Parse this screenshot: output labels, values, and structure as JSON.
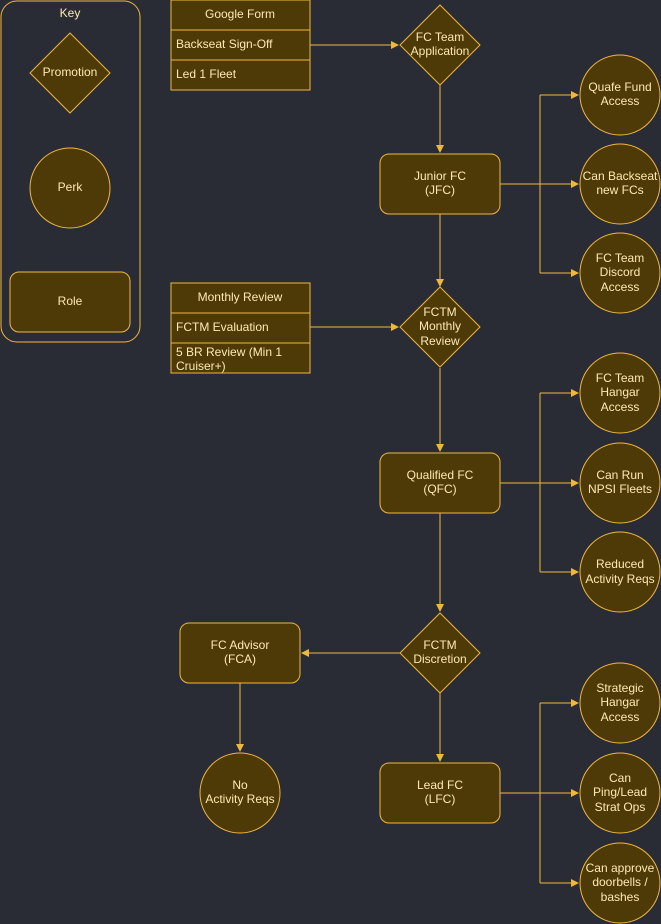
{
  "key": {
    "title": "Key",
    "promotion": "Promotion",
    "perk": "Perk",
    "role": "Role"
  },
  "requirements": {
    "application": {
      "header": "Google Form",
      "items": [
        "Backseat Sign-Off",
        "Led 1 Fleet"
      ]
    },
    "review": {
      "header": "Monthly Review",
      "items": [
        "FCTM Evaluation",
        "5 BR Review (Min 1",
        "Cruiser+)"
      ]
    }
  },
  "promotions": {
    "application": [
      "FC Team",
      "Application"
    ],
    "monthly_review": [
      "FCTM",
      "Monthly",
      "Review"
    ],
    "discretion": [
      "FCTM",
      "Discretion"
    ]
  },
  "roles": {
    "jfc": [
      "Junior FC",
      "(JFC)"
    ],
    "qfc": [
      "Qualified FC",
      "(QFC)"
    ],
    "fca": [
      "FC Advisor",
      "(FCA)"
    ],
    "lfc": [
      "Lead FC",
      "(LFC)"
    ]
  },
  "perks": {
    "quafe_fund": [
      "Quafe Fund",
      "Access"
    ],
    "backseat": [
      "Can Backseat",
      "new FCs"
    ],
    "discord": [
      "FC Team",
      "Discord",
      "Access"
    ],
    "hangar": [
      "FC Team",
      "Hangar",
      "Access"
    ],
    "npsi": [
      "Can Run",
      "NPSI Fleets"
    ],
    "reduced": [
      "Reduced",
      "Activity Reqs"
    ],
    "strategic_hangar": [
      "Strategic",
      "Hangar",
      "Access"
    ],
    "ping": [
      "Can",
      "Ping/Lead",
      "Strat Ops"
    ],
    "doorbells": [
      "Can approve",
      "doorbells /",
      "bashes"
    ],
    "no_activity": [
      "No",
      "Activity Reqs"
    ]
  }
}
